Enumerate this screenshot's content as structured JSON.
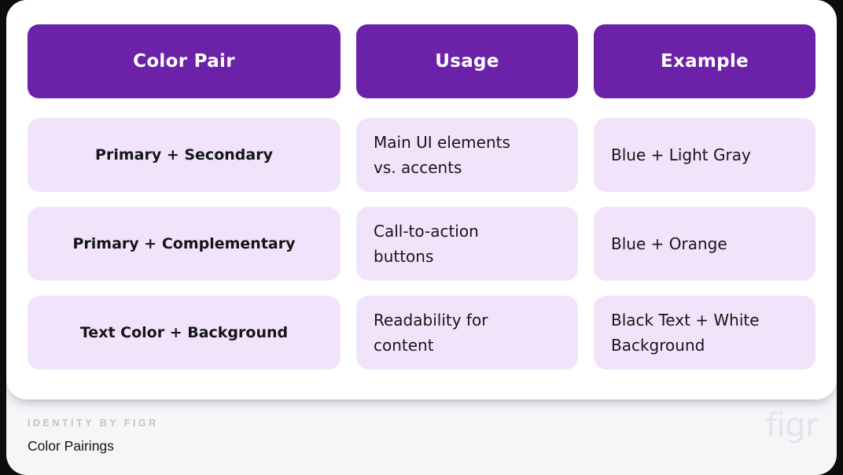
{
  "colors": {
    "outer_background": "#0D0D0D",
    "page_background": "#F6F6F8",
    "card_background": "#FFFFFF",
    "header_background": "#6B21A8",
    "header_text": "#FFFFFF",
    "cell_background": "#F1E4FA",
    "cell_text": "#151518",
    "eyebrow_text": "#C3C3C9",
    "watermark_text": "#E4E4E9"
  },
  "table": {
    "headers": [
      {
        "label": "Color Pair"
      },
      {
        "label": "Usage"
      },
      {
        "label": "Example"
      }
    ],
    "rows": [
      {
        "pair": "Primary + Secondary",
        "usage": [
          "Main UI elements",
          "vs. accents"
        ],
        "example": [
          "Blue + Light Gray"
        ]
      },
      {
        "pair": "Primary + Complementary",
        "usage": [
          "Call-to-action",
          "buttons"
        ],
        "example": [
          "Blue + Orange"
        ]
      },
      {
        "pair": "Text Color + Background",
        "usage": [
          "Readability for",
          "content"
        ],
        "example": [
          "Black Text + White",
          "Background"
        ]
      }
    ]
  },
  "footer": {
    "eyebrow": "IDENTITY BY FIGR",
    "title": "Color Pairings",
    "watermark": "figr"
  }
}
